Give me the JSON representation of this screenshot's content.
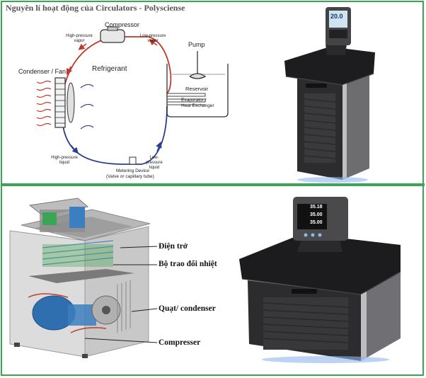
{
  "title": "Nguyên lí hoạt động của Circulators - Polysciense",
  "diagram": {
    "compressor": "Compressor",
    "high_pressure_vapor": "High-pressure vapor",
    "low_pressure_vapor": "Low-pressure vapor",
    "pump": "Pump",
    "refrigerant": "Refrigerant",
    "condenser_fan": "Condenser / Fan",
    "reservoir": "Reservoir",
    "evaporator": "Evaporator / Heat Exchanger",
    "high_pressure_liquid": "High-pressure liquid",
    "low_pressure_liquid": "Low-pressure liquid",
    "metering_device": "Metering Device",
    "metering_sub": "(Valve or capillary tube)"
  },
  "unit_top": {
    "display_value": "20.0"
  },
  "cutaway": {
    "heater": "Điện trở",
    "heat_exchanger": "Bộ trao đổi nhiệt",
    "fan_condenser": "Quạt/ condenser",
    "compressor": "Compresser"
  },
  "unit_bottom": {
    "readouts": [
      "35.18",
      "35.00",
      "35.00"
    ]
  },
  "colors": {
    "green_border": "#3aa655",
    "red_line": "#c0392b",
    "blue_line": "#2c3e91"
  }
}
